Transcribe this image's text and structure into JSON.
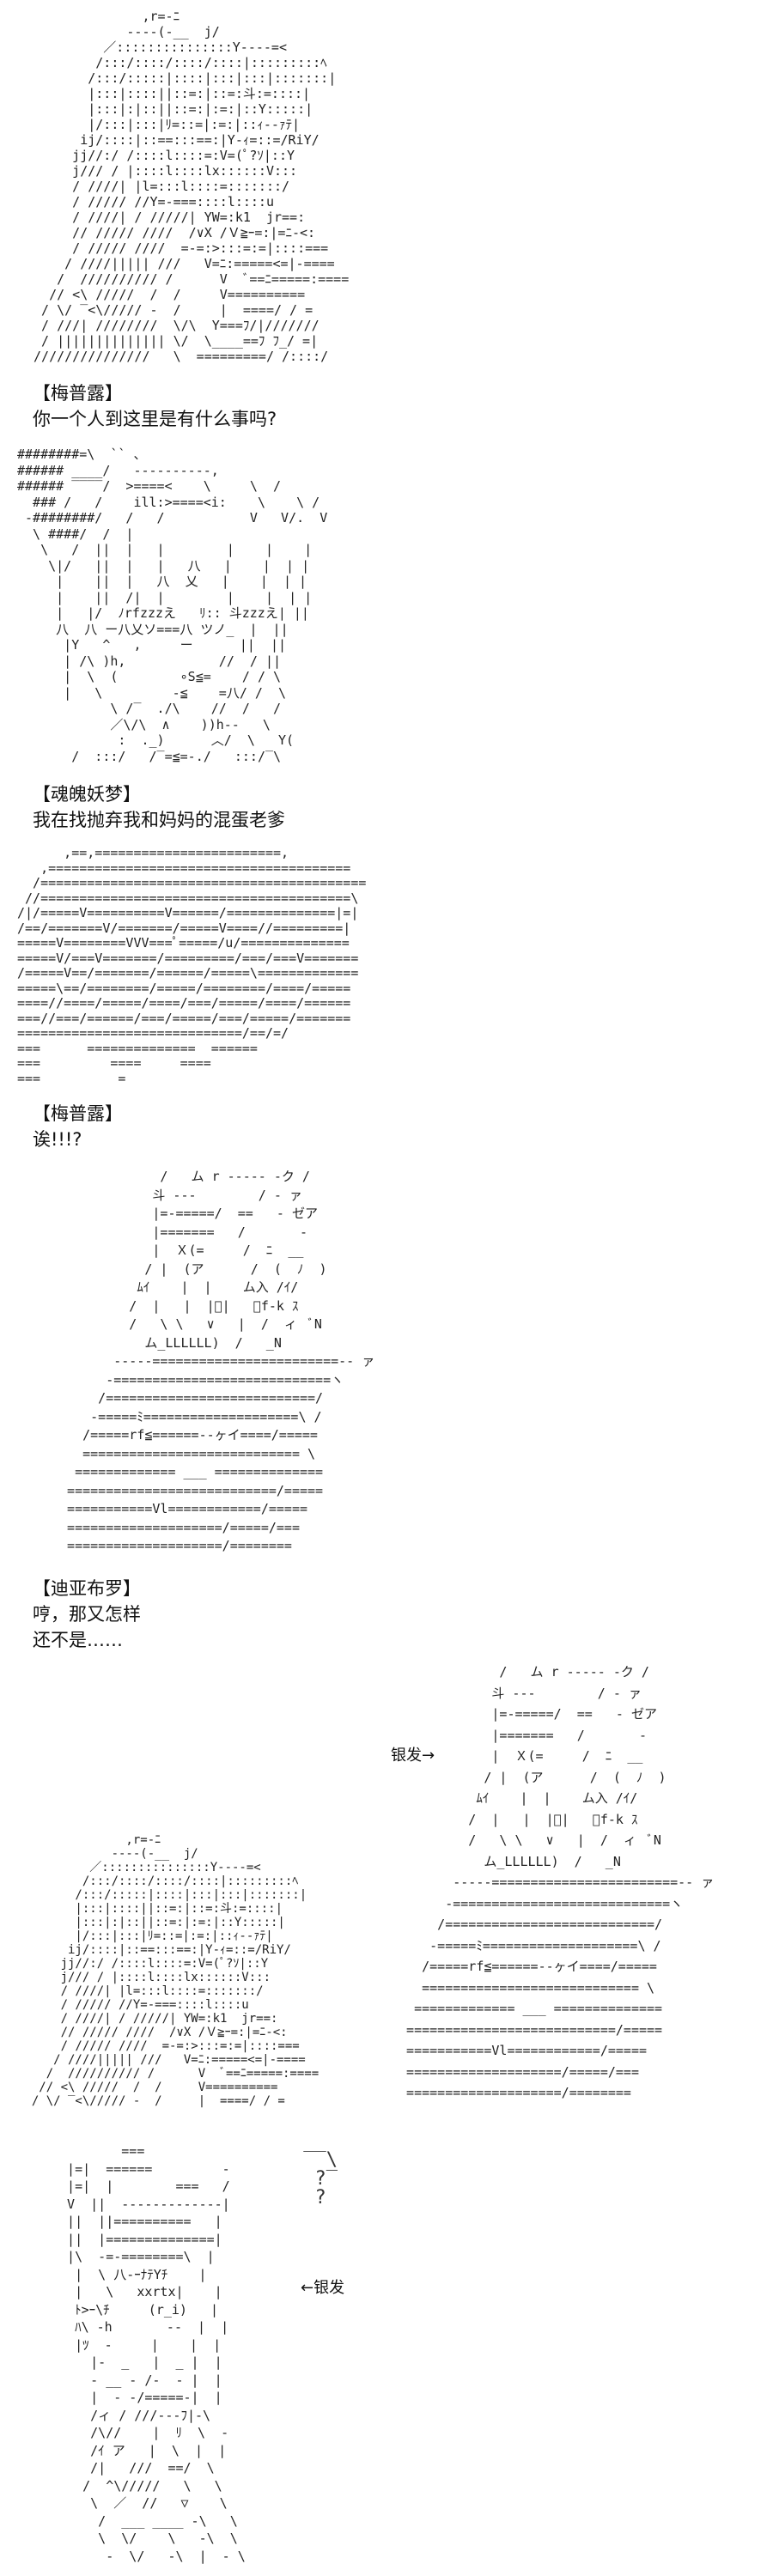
{
  "dialogs": [
    {
      "speaker": "【梅普露】",
      "lines": [
        "你一个人到这里是有什么事吗?"
      ]
    },
    {
      "speaker": "【魂魄妖梦】",
      "lines": [
        "我在找抛弃我和妈妈的混蛋老爹"
      ]
    },
    {
      "speaker": "【梅普露】",
      "lines": [
        "诶!!!?"
      ]
    },
    {
      "speaker": "【迪亚布罗】",
      "lines": [
        "哼，那又怎样",
        "还不是……"
      ]
    }
  ],
  "notes": {
    "silver_hair_right": "银发→",
    "silver_hair_left": "←银发"
  },
  "art": {
    "girl": "               ,r=-ﾆ\n             ----(-__  j/\n          ／:::::::::::::::Y----=<\n         /:::/::::/::::/::::|:::::::::ﾍ\n        /:::/:::::|::::|:::|:::|:::::::|\n        |:::|::::||::=:|::=:斗:=::::|\n        |:::|:|::||::=:|:=:|::Y:::::|\n        |/:::|:::|ﾘ=::=|:=:|::ｨ--ｧﾃ|\n       ij/::::|::==:::==:|Y-ｨ=::=/RiY/\n      jj//:/ /::::l::::=:V=(ﾟ?ｿ|::Y\n      j/// / |::::l::::lx::::::V:::\n      / ////| |l=:::l::::=:::::::/ \n      / ///// //Y=-===::::l::::u\n      / ////| / /////| YW=:k1  jr==:\n      // ///// ////  /∨X /Ｖ≧ｰ=:|=ﾆ-<:\n      / ///// ////  =-=:>:::=:=|::::===\n     / ////||||| ///   V=ﾆ:=====<=|-====\n    /  ////////// /      V  ﾞ==ﾆ=====:====\n   // <\\ /////  /  /     V==========\n  / \\/ ‾<\\///// ‐  /     |  ====/ / =\n  / ///| ////////  \\/\\  Y===ﾌ/|///////\n  / |||||||||||||| \\/  \\____==ﾌ ﾌ_/ =|\n ///////////////   \\  =========/ /::::/",
    "maple": "########=\\  `` 、\n###### ____/   ‐---------,\n###### ‾‾‾‾/  >====<    \\     \\  /\n  ### /   /    ill:>====<i:    \\    \\ /\n ‐########/   /   /           V   V/.  V\n  \\ ####/  /  |                     \n   \\   /  ||  |   |        |    |    |\n    \\|/   ||  |   |   八   |    |  | |\n     |    ||  |   八  乂   |    |  | |\n     |    ||  /|  |        |    |  | |\n     |   |/  ﾉrfzzzえ   ﾘ:: 斗zzzえ| ||\n     八  八 ー八乂ソ===八 ツノ_  |  ||\n      |Y   ^   ,     ー      ||  ||\n      | /\\ )h,            //  / ||\n      |  \\  (        ∘S≦=    / / \\  \n      |   \\         ‐≦    =八/ /  \\\n            \\ /‾  ./\\    //  /   /  \n            ／\\/\\  ∧    ))h--   \\ \n             :  ._)      ︿/  \\   Y(\n       /  :::/   /‾=≦=-./   :::/‾\\   ",
    "youmu": "      ,==,========================,\n   ,=======================================\n  /==========================================\n //========================================\\\n/|/=====V==========V======/==============|=|\n/==/=======V/=======/=====V====//=========|\n=====V========VVV===ﾟ=====/u/==============\n=====V/===V=======/=========/===/===V=======\n/=====V==/=======/======/=====\\=============\n=====\\==/========/=====/========/====/=====\n====//====/=====/====/===/=====/====/======\n===//===/======/===/=====/===/=====/=======\n=============================/==/=/\n===      ==============  ======\n===         ====     ====\n===          =",
    "mage_small": "              /   ム r ‐---- -ク /\n             斗 ‐--        / ‐ ァ\n             |=-=====/  ==   ‐ ゼア\n             |=======   /       ‐ \n             |  Ｘ(=     /  ﾆ  __\n            / |  (ア      /  (  ﾉ  )\n           ﾑｲ    |  |    ム入 /ｲ/\n          /  |   |  |ﾞ|   ｀f-k ｽ\n          /   \\ \\   ∨   |  /  ィ  ﾞN\n            ム_LLLLLL)  /   _N\n        -----========================-- ァ\n       ‐============================ヽ\n      /===========================/\n     -=====ﾐ====================\\ /\n    /=====rf≦======--ヶイ====/=====\n    ============================ \\\n   ============= ___ ==============\n  ===========================/=====\n  ===========Vl============/=====\n  ====================/=====/===\n  ====================/========",
    "mage_large": "              /   ム r ‐---- -ク /\n             斗 ‐--        / ‐ ァ\n             |=-=====/  ==   ‐ ゼア\n             |=======   /       ‐ \n             |  Ｘ(=     /  ﾆ  __\n            / |  (ア      /  (  ﾉ  )\n           ﾑｲ    |  |    ム入 /ｲ/\n          /  |   |  |ﾞ|   ｀f-k ｽ\n          /   \\ \\   ∨   |  /  ィ  ﾞN\n            ム_LLLLLL)  /   _N\n        -----========================-- ァ\n       ‐============================ヽ\n      /===========================/\n     -=====ﾐ====================\\ /\n    /=====rf≦======--ヶイ====/=====\n    ============================ \\\n   ============= ___ ==============\n  ===========================/=====\n  ===========Vl============/=====\n  ====================/=====/===\n  ====================/========",
    "girl_small": "               ,r=-ﾆ\n             ----(-__  j/\n          ／:::::::::::::::Y----=<\n         /:::/::::/::::/::::|:::::::::ﾍ\n        /:::/:::::|::::|:::|:::|:::::::|\n        |:::|::::||::=:|::=:斗:=::::|\n        |:::|:|::||::=:|:=:|::Y:::::|\n        |/:::|:::|ﾘ=::=|:=:|::ｨ--ｧﾃ|\n       ij/::::|::==:::==:|Y-ｨ=::=/RiY/\n      jj//:/ /::::l::::=:V=(ﾟ?ｿ|::Y\n      j/// / |::::l::::lx::::::V:::\n      / ////| |l=:::l::::=:::::::/ \n      / ///// //Y=-===::::l::::u\n      / ////| / /////| YW=:k1  jr==:\n      // ///// ////  /∨X /Ｖ≧ｰ=:|=ﾆ-<:\n      / ///// ////  =-=:>:::=:=|::::===\n     / ////||||| ///   V=ﾆ:=====<=|-====\n    /  ////////// /      V  ﾞ==ﾆ=====:====\n   // <\\ /////  /  /     V==========\n  / \\/ ‾<\\///// ‐  /     |  ====/ / =",
    "boy": "         ===      \n  |=|  ======         ‐\n  |=|  |        ===   /\n  V  ||  ‐‐‐‐‐‐‐‐‐‐‐‐‐|\n  ||  ||==========   |\n  ||  |==============|\n  |\\  ‐=-========\\  |\n   |  \\ 八-ｰﾅﾃYﾁ    |\n   |   \\   xxrtx|    |\n   ﾄ>ｰ\\ﾁ     (r_i)   |\n   ﾊ\\ ‐h       ‐‐  |  |\n   |ﾂ  ‐     |    |  |\n     |‐  _   |  _ |  |\n     ‐ __ ‐ /-  - |  |\n     |  ‐ ‐/=====-|  |\n     /ィ / ///---ﾌ|‐\\ \n     /\\//    |  ﾘ  \\  ‐\n     /ｲ ア   |  \\  |  |\n     /|   ///  ==/  \\\n    /  ^\\/////   \\   \\ \n     \\  ／  //   ▽    \\\n      /  ___ ____ ‐\\   \\\n      \\  \\/    \\   ‐\\  \\\n       ‐  \\/   ‐\\  |  ‐ \\",
    "question": " ‾‾\\\n  ?‾\n  ?"
  }
}
